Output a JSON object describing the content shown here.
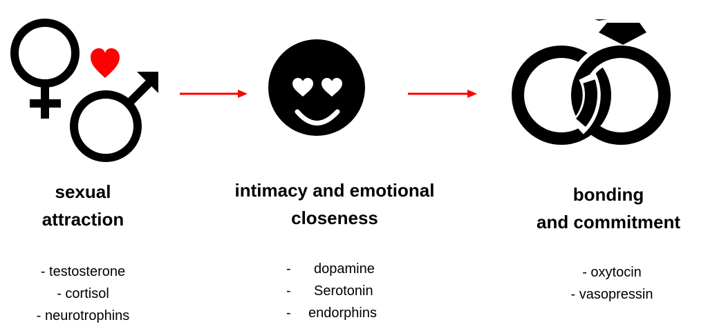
{
  "colors": {
    "accent": "#ff0000",
    "icon": "#000000"
  },
  "stages": [
    {
      "icon": "gender-symbols-with-heart-icon",
      "title_lines": [
        "sexual",
        "attraction"
      ],
      "items": [
        "- testosterone",
        "- cortisol",
        "- neurotrophins"
      ]
    },
    {
      "icon": "heart-eyes-smiley-icon",
      "title_lines": [
        "intimacy and emotional",
        "closeness"
      ],
      "dash": "-",
      "items": [
        "dopamine",
        "Serotonin",
        "endorphins"
      ]
    },
    {
      "icon": "wedding-rings-icon",
      "title_lines": [
        "bonding",
        "and commitment"
      ],
      "items": [
        "- oxytocin",
        "- vasopressin"
      ]
    }
  ]
}
